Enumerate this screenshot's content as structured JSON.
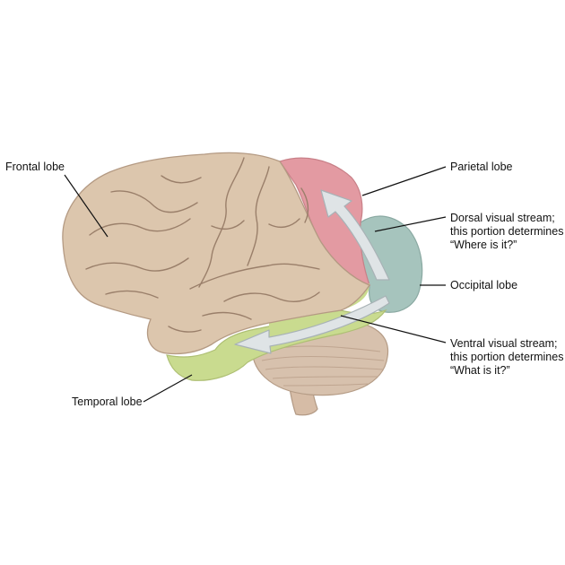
{
  "labels": {
    "frontal": "Frontal lobe",
    "parietal": "Parietal lobe",
    "dorsal": [
      "Dorsal visual stream;",
      "this portion determines",
      "“Where is it?”"
    ],
    "occipital": "Occipital lobe",
    "ventral": [
      "Ventral visual stream;",
      "this portion determines",
      "“What is it?”"
    ],
    "temporal": "Temporal lobe"
  },
  "colors": {
    "frontal_tan": "#dcc6ad",
    "parietal_pink": "#e39aa2",
    "occipital_teal": "#a6c4bd",
    "temporal_green": "#c9db8f",
    "cerebellum": "#d7c1ad",
    "arrow": "#dfe4e6",
    "sulcus": "#9a7f6a"
  }
}
